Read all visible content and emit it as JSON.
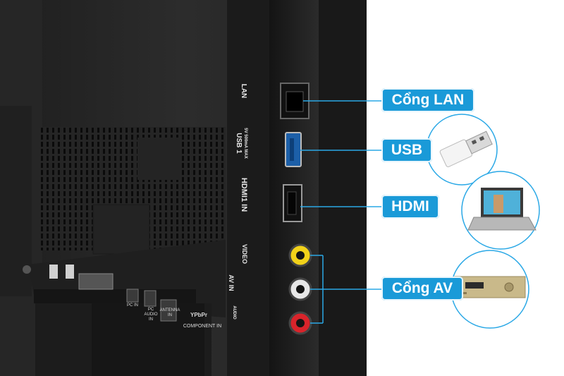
{
  "callouts": {
    "lan": "Cổng LAN",
    "usb": "USB",
    "hdmi": "HDMI",
    "av": "Cổng AV"
  },
  "panel_labels": {
    "lan": "LAN",
    "usb_title": "USB 1",
    "usb_sub": "5V 500mA MAX",
    "hdmi": "HDMI1 IN",
    "av_in": "AV IN",
    "video": "VIDEO",
    "audio": "AUDIO",
    "ypbpr": "YPbPr",
    "component_in": "COMPONENT IN",
    "antenna_in": "ANTENNA IN",
    "pc_audio_in": "PC AUDIO IN",
    "pc_in": "PC IN"
  },
  "colors": {
    "callout_blue": "#1a9ad8",
    "connector_line": "#2aa8e6",
    "tv_body": "#2a2a2a",
    "video_jack": "#f2d21a",
    "audio_l_jack": "#e8e8e8",
    "audio_r_jack": "#d9242b"
  },
  "icons": [
    "usb-cable-icon",
    "laptop-icon",
    "dvd-player-icon"
  ]
}
